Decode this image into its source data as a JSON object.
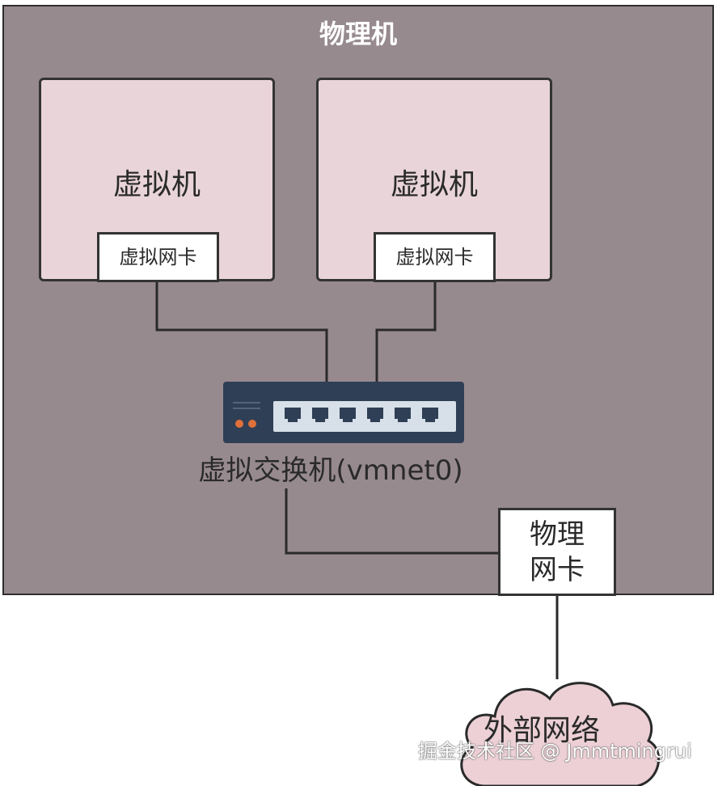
{
  "host": {
    "title": "物理机"
  },
  "vms": [
    {
      "label": "虚拟机",
      "nic_label": "虚拟网卡"
    },
    {
      "label": "虚拟机",
      "nic_label": "虚拟网卡"
    }
  ],
  "switch": {
    "label": "虚拟交换机(vmnet0)",
    "port_count": 6
  },
  "physical_nic": {
    "line1": "物理",
    "line2": "网卡"
  },
  "external_network": {
    "label": "外部网络"
  },
  "watermark": "掘金技术社区 @ Jmmtmingrui",
  "colors": {
    "host_bg": "#978a8f",
    "vm_bg": "#e8d4d9",
    "switch_body": "#2f3f55",
    "switch_led": "#e0703a",
    "cloud_fill": "#ecd0d6"
  }
}
